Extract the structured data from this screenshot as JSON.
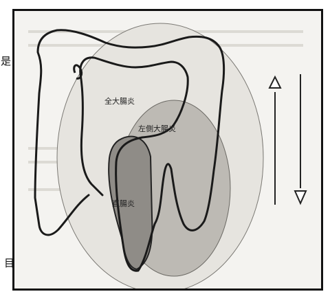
{
  "labels": {
    "total_colitis": "全大腸炎",
    "left_sided_colitis": "左側大腸炎",
    "proctitis": "直腸炎"
  },
  "margin_text": {
    "top_char": "是",
    "bottom_char": "目"
  },
  "arrows": {
    "up": "upward-arrow",
    "down": "downward-arrow"
  },
  "colors": {
    "total_region": "#e6e4df",
    "left_region": "#bdbab4",
    "rectum_region": "#8f8c87",
    "outline": "#1a1a1a"
  }
}
